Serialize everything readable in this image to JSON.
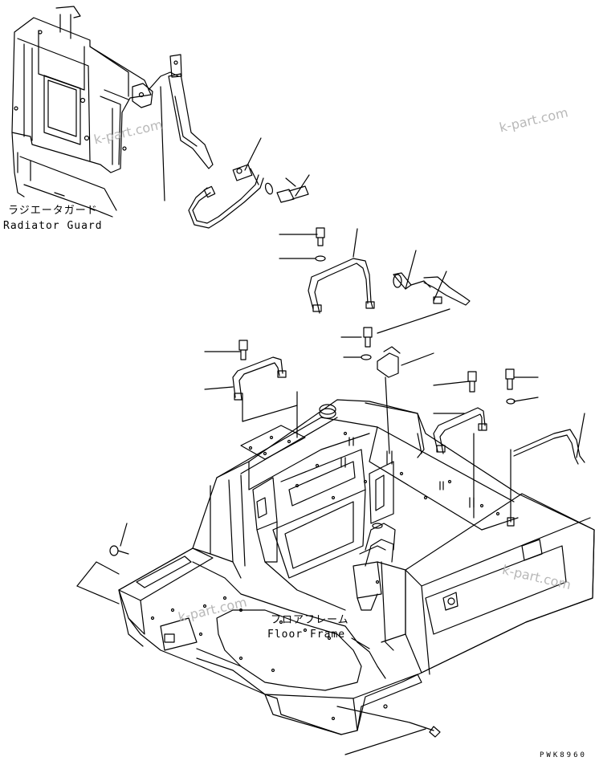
{
  "labels": {
    "radiator_guard_jp": "ラジエータガード",
    "radiator_guard_en": "Radiator Guard",
    "floor_frame_jp": "フロアフレーム",
    "floor_frame_en": "Floor Frame"
  },
  "watermarks": [
    "k-part.com",
    "k-part.com",
    "k-part.com",
    "k-part.com"
  ],
  "drawing_code": "PWK8960",
  "colors": {
    "line": "#000000",
    "watermark": "#b8b8b8",
    "background": "#ffffff"
  }
}
